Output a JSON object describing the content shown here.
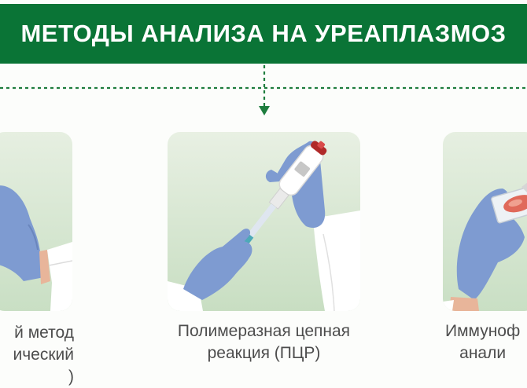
{
  "banner": {
    "title": "МЕТОДЫ АНАЛИЗА НА УРЕАПЛАЗМОЗ"
  },
  "methods": [
    {
      "lines": [
        "й метод",
        "ический",
        ")"
      ]
    },
    {
      "lines": [
        "Полимеразная цепная",
        "реакция (ПЦР)"
      ]
    },
    {
      "lines": [
        "Иммуноф",
        "анали"
      ]
    }
  ],
  "colors": {
    "banner": "#0a7436",
    "connector": "#1e7d3e",
    "card_bg": "#d6e8d1",
    "glove": "#7e9bd1",
    "caption": "#4d4d4d"
  },
  "icons": {
    "left": "gloved-hand-icon",
    "middle": "pipette-in-gloved-hands-icon",
    "right": "gloved-hand-with-sample-slide-icon"
  }
}
